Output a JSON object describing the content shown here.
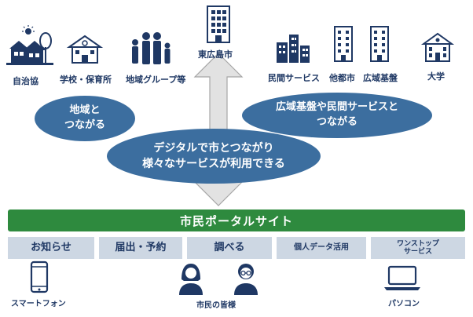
{
  "top_labels": {
    "jichikai": "自治協",
    "school": "学校・保育所",
    "community": "地域グループ等",
    "city": "東広島市",
    "private": "民間サービス",
    "other_city": "他都市",
    "wide_area": "広域基盤",
    "university": "大学"
  },
  "bubbles": {
    "local": "地域と\nつながる",
    "wide": "広域基盤や民間サービスと\nつながる",
    "digital": "デジタルで市とつながり\n様々なサービスが利用できる"
  },
  "portal": {
    "title": "市民ポータルサイト"
  },
  "services": [
    "お知らせ",
    "届出・予約",
    "調べる",
    "個人データ活用",
    "ワンストップ\nサービス"
  ],
  "bottom_labels": {
    "smartphone": "スマートフォン",
    "citizens": "市民の皆様",
    "pc": "パソコン"
  },
  "colors": {
    "navy": "#1f3864",
    "bubble": "#3c6e9f",
    "green": "#2e8a3e",
    "service_bg": "#cdd7e3",
    "arrow": "#bfbfbf"
  }
}
